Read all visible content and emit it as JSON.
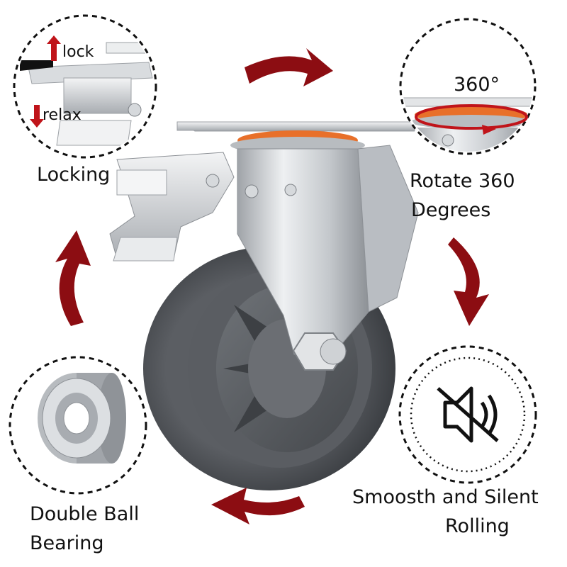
{
  "features": {
    "locking": {
      "title": "Locking",
      "lock_label": "lock",
      "relax_label": "relax"
    },
    "rotate": {
      "degree_label": "360°",
      "title_line1": "Rotate 360",
      "title_line2": "Degrees"
    },
    "silent": {
      "title_line1": "Smoosth and Silent",
      "title_line2": "Rolling",
      "icon": "mute-speaker-icon"
    },
    "bearing": {
      "title_line1": "Double Ball",
      "title_line2": "Bearing",
      "icon": "ball-bearing-icon"
    }
  },
  "colors": {
    "arrow_red": "#8c0d12",
    "wheel_grey": "#4a4d52",
    "bracket_silver": "#c9ccd0",
    "bearing_orange": "#e8702a"
  }
}
